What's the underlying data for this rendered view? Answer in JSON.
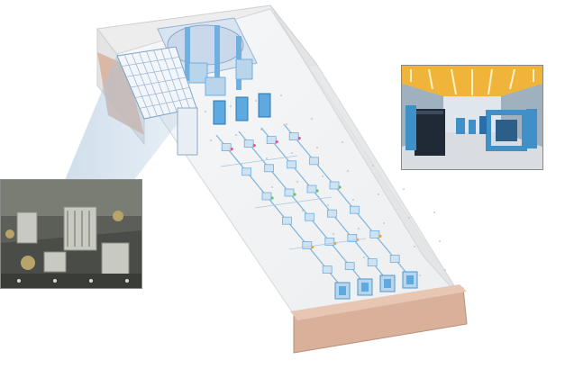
{
  "figure": {
    "description_visible_text": "",
    "colors": {
      "building_face": "#d9b09a",
      "building_roof": "#ececec",
      "floor": "#f3f4f5",
      "wall_shade": "#dcdde0",
      "target_chamber": "#c9d8ea",
      "beamline_frame": "#b9d5ec",
      "beamline_accent": "#6fb0e0",
      "callout_cone": "#a9c4dc",
      "lab_ceiling": "#f0b43a",
      "lab_equipment": "#3f8fc9"
    },
    "icons": [
      "laser-facility-model",
      "cleanroom-photo",
      "vacuum-chamber-photo",
      "zoom-callout-cone"
    ]
  }
}
